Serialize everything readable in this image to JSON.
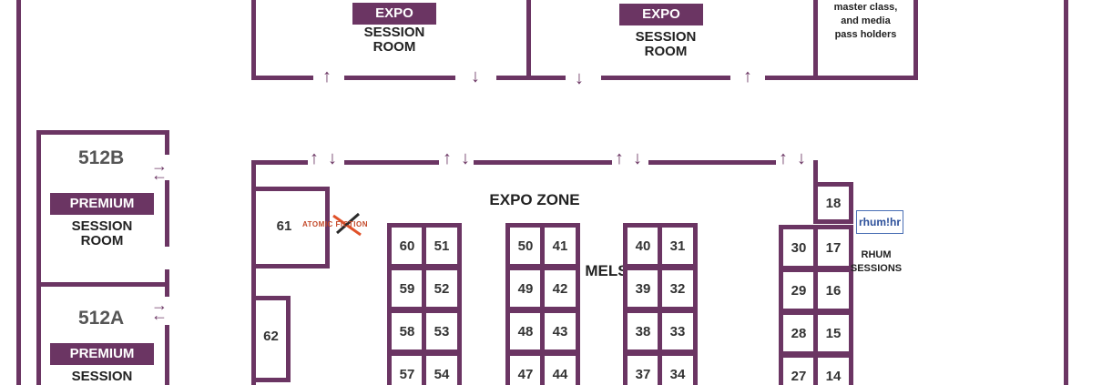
{
  "rooms": {
    "top_left_badge": "EXPO",
    "top_left_line1": "SESSION",
    "top_left_line2": "ROOM",
    "top_mid_badge": "EXPO",
    "top_mid_line1": "SESSION",
    "top_mid_line2": "ROOM",
    "top_right_line1": "master class,",
    "top_right_line2": "and media",
    "top_right_line3": "pass holders",
    "r512b": "512B",
    "r512b_badge": "PREMIUM",
    "r512b_line1": "SESSION",
    "r512b_line2": "ROOM",
    "r512a": "512A",
    "r512a_badge": "PREMIUM",
    "r512a_line1": "SESSION"
  },
  "zone": {
    "title": "EXPO ZONE",
    "mels": "MELS"
  },
  "rhum": {
    "logo": "rhum!hr",
    "line1": "RHUM",
    "line2": "SESSIONS"
  },
  "sponsor": {
    "atomic": "ATOMIC FICTION"
  },
  "booths": {
    "b61": "61",
    "b62": "62",
    "b60": "60",
    "b51": "51",
    "b59": "59",
    "b52": "52",
    "b58": "58",
    "b53": "53",
    "b57": "57",
    "b54": "54",
    "b50": "50",
    "b41": "41",
    "b49": "49",
    "b42": "42",
    "b48": "48",
    "b43": "43",
    "b47": "47",
    "b44": "44",
    "b40": "40",
    "b31": "31",
    "b39": "39",
    "b32": "32",
    "b38": "38",
    "b33": "33",
    "b37": "37",
    "b34": "34",
    "b18": "18",
    "b30": "30",
    "b17": "17",
    "b29": "29",
    "b16": "16",
    "b28": "28",
    "b15": "15",
    "b27": "27",
    "b14": "14"
  },
  "colors": {
    "wall": "#6b3563",
    "text": "#222222",
    "accent_orange": "#e0522a"
  }
}
